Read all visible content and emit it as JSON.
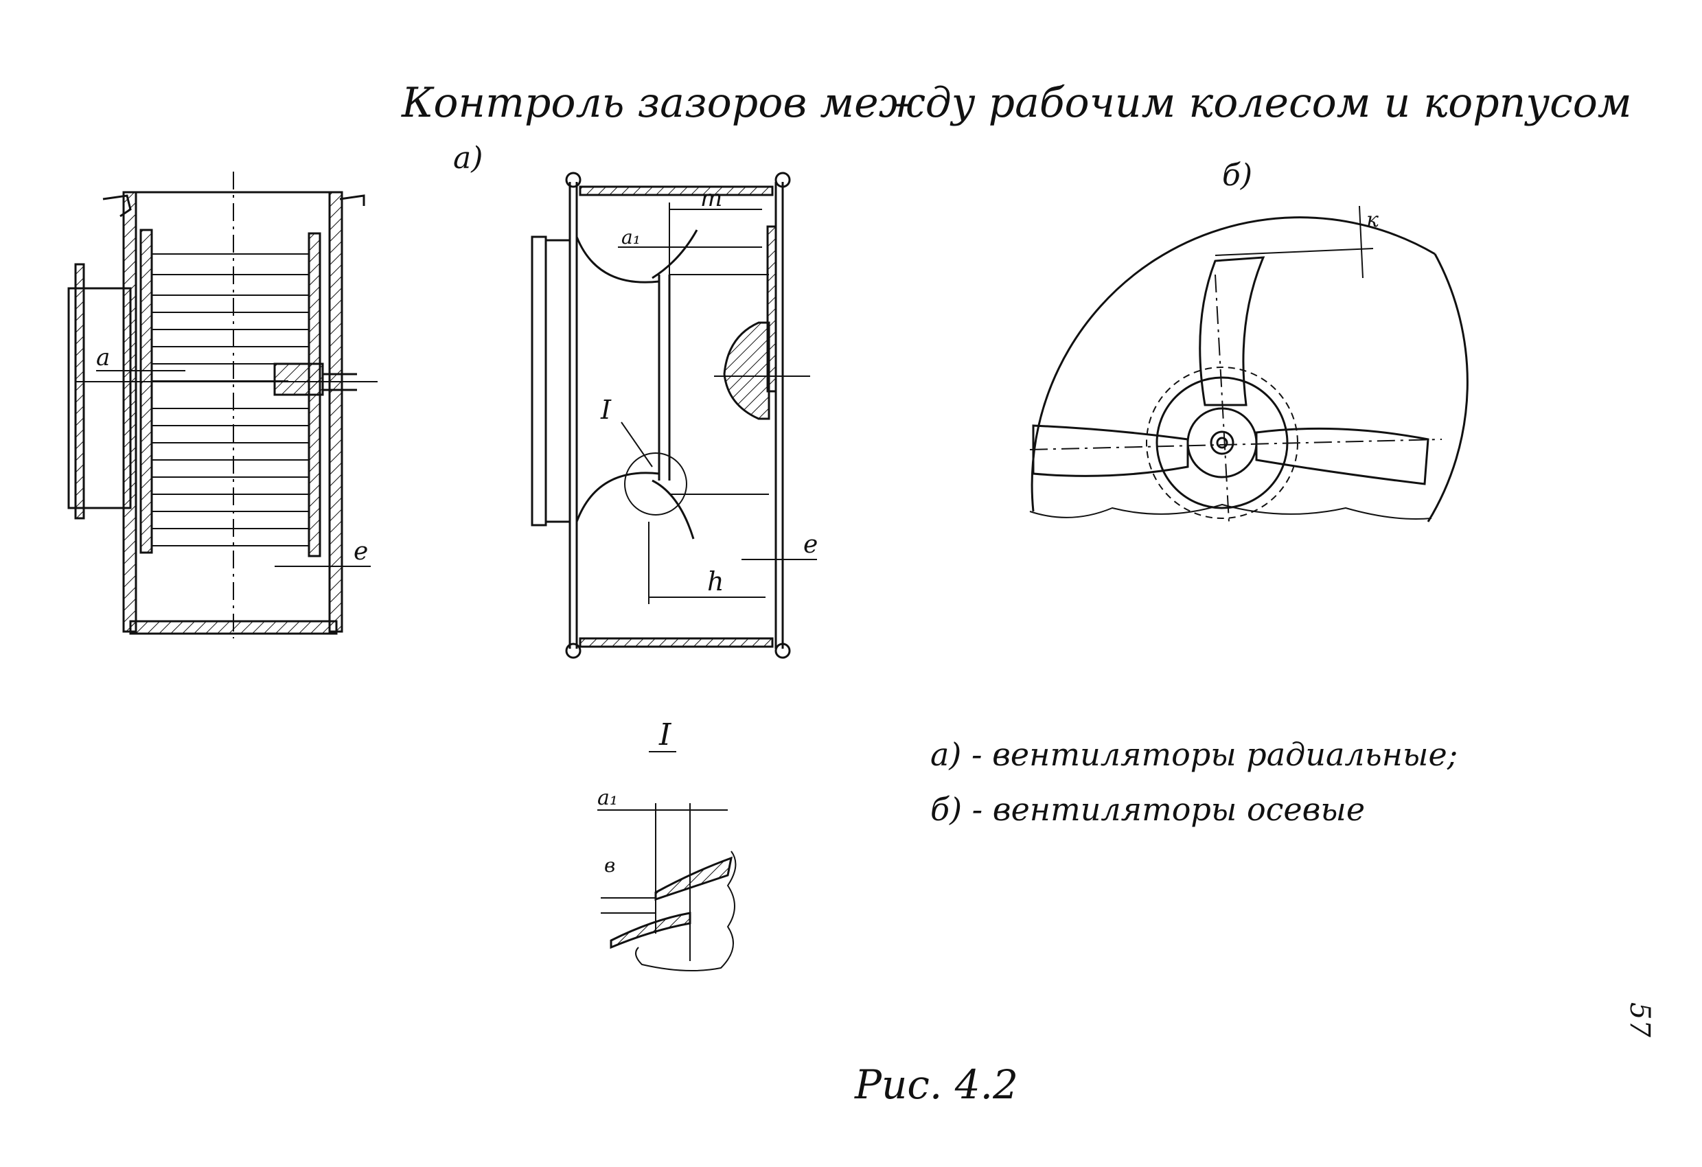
{
  "title": "Контроль зазоров между рабочим колесом и корпусом",
  "sublabel_a": "а)",
  "sublabel_b": "б)",
  "dims": {
    "a": "а",
    "e": "е",
    "m": "m",
    "a1": "а₁",
    "h": "h",
    "k": "к",
    "b": "в",
    "detail_marker": "I"
  },
  "detail": {
    "title": "I",
    "a1": "а₁",
    "b": "в"
  },
  "legend": [
    "а)  - вентиляторы радиальные;",
    "б)  - вентиляторы осевые"
  ],
  "figure_caption": "Рис. 4.2",
  "page_number": "57"
}
